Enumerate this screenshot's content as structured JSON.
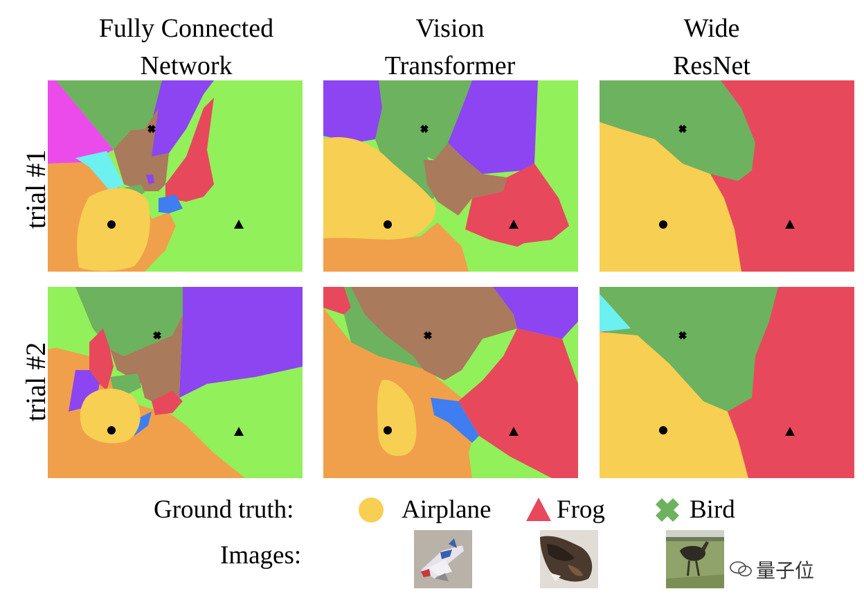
{
  "columns": [
    {
      "line1": "Fully Connected",
      "line2": "Network"
    },
    {
      "line1": "Vision",
      "line2": "Transformer"
    },
    {
      "line1": "Wide",
      "line2": "ResNet"
    }
  ],
  "rows": [
    "trial #1",
    "trial #2"
  ],
  "legend": {
    "ground_truth_label": "Ground truth:",
    "images_label": "Images:",
    "items": [
      {
        "label": "Airplane",
        "marker": "circle",
        "color": "#f7cf52"
      },
      {
        "label": "Frog",
        "marker": "triangle",
        "color": "#e8485c"
      },
      {
        "label": "Bird",
        "marker": "cross",
        "color": "#6db25e"
      }
    ]
  },
  "colors": {
    "airplane": "#f7cf52",
    "frog": "#e8485c",
    "bird": "#6db25e",
    "green": "#92f05a",
    "orange": "#f0a04b",
    "purple": "#8c45f0",
    "brown": "#a97a5b",
    "magenta": "#ec4bec",
    "cyan": "#6df0f0",
    "blue": "#3f7ef0"
  },
  "watermark": "量子位"
}
